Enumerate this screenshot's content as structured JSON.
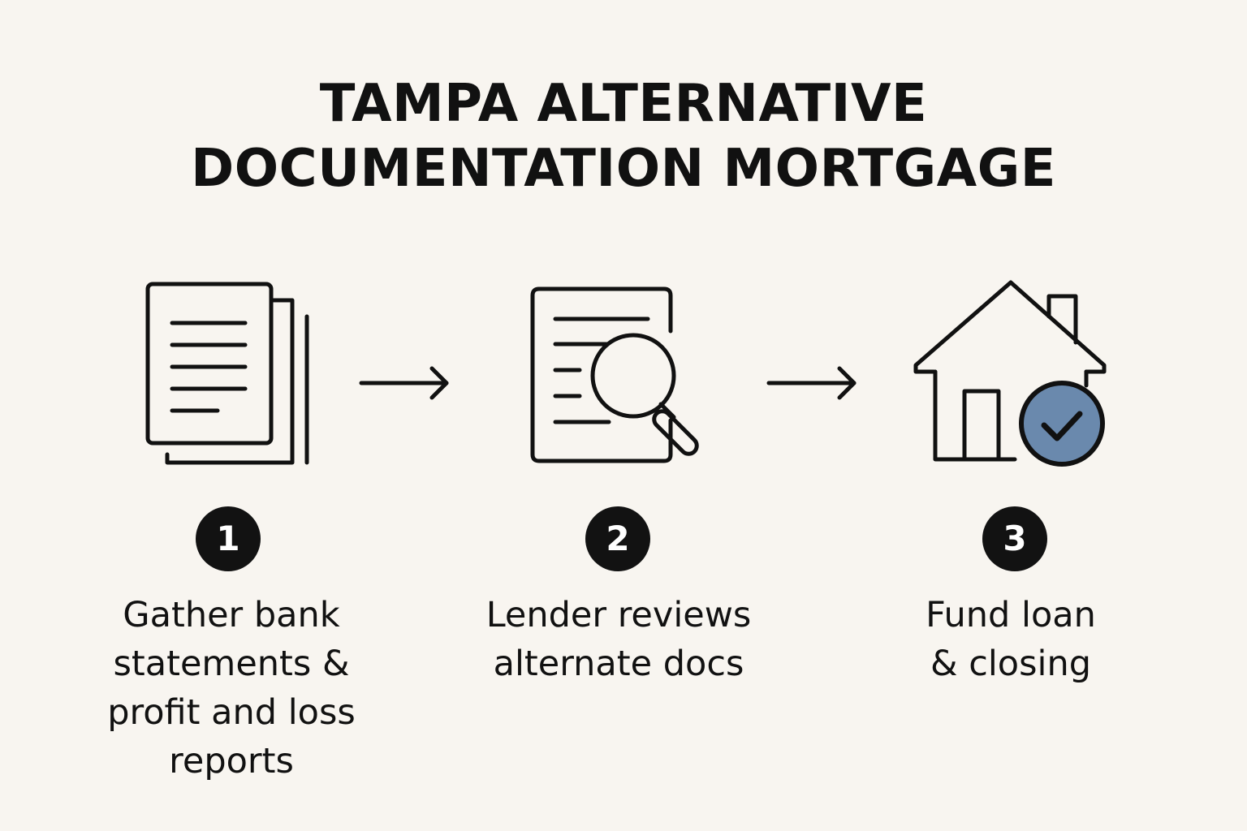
{
  "title": {
    "line1": "TAMPA ALTERNATIVE",
    "line2": "DOCUMENTATION MORTGAGE"
  },
  "colors": {
    "background": "#f8f5f0",
    "ink": "#111111",
    "badge": "#121212",
    "check_fill": "#6a89ad"
  },
  "steps": [
    {
      "number": "1",
      "icon": "stacked-documents-icon",
      "label_lines": [
        "Gather bank",
        "statements &",
        "profit and loss",
        "reports"
      ]
    },
    {
      "number": "2",
      "icon": "document-magnifier-icon",
      "label_lines": [
        "Lender reviews",
        "alternate docs"
      ]
    },
    {
      "number": "3",
      "icon": "house-checkmark-icon",
      "label_lines": [
        "Fund loan",
        "& closing"
      ]
    }
  ],
  "connectors": [
    "right-arrow-icon",
    "right-arrow-icon"
  ]
}
